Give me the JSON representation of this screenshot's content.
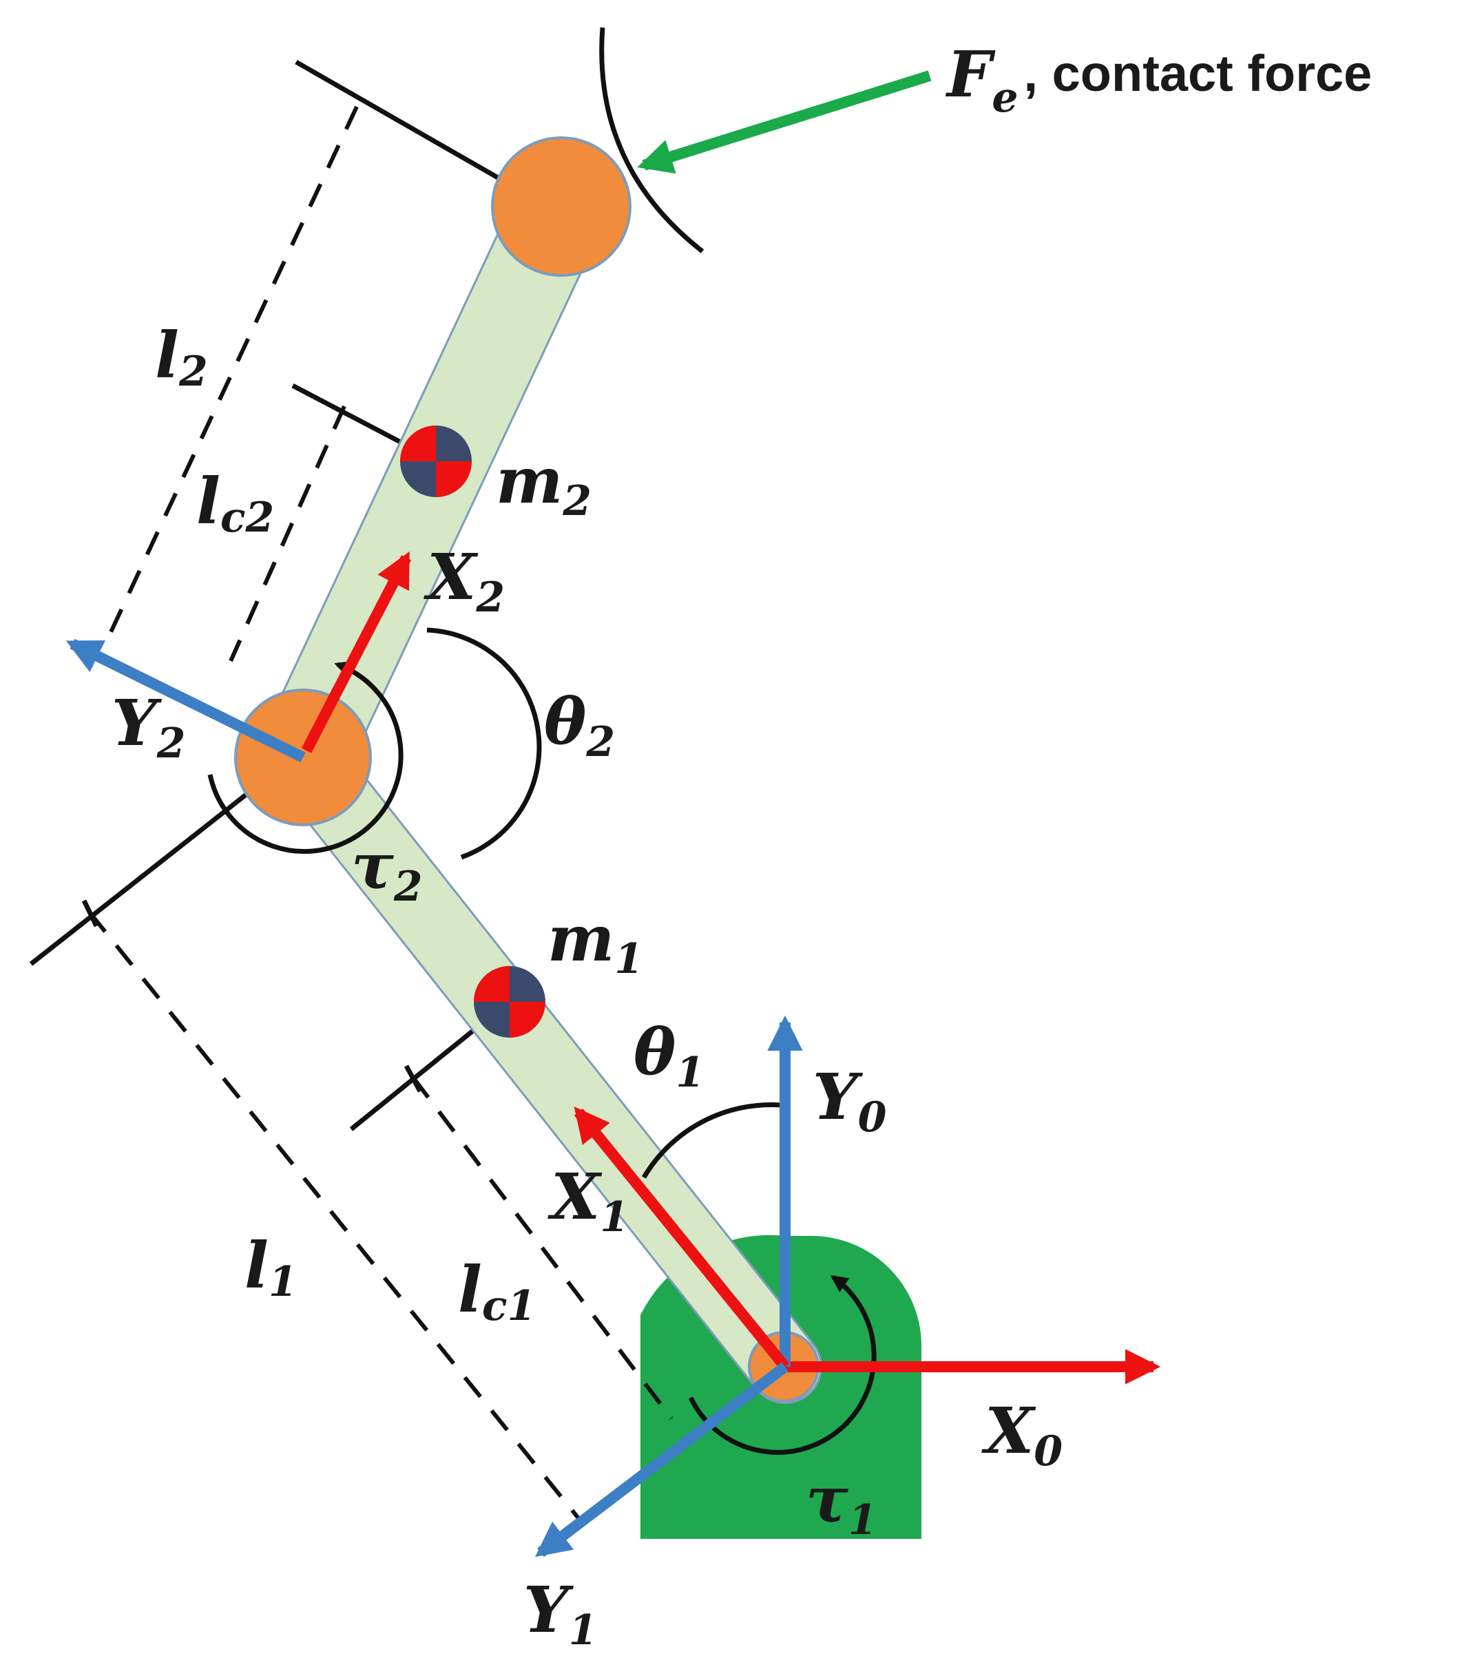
{
  "colors": {
    "link_fill": "#d6e8c6",
    "link_stroke": "#7c9cbc",
    "joint": "#f08c3c",
    "base": "#1fa84f",
    "frame_x": "#ee1111",
    "frame_y": "#3d7fc4",
    "force": "#1aaa4a",
    "com_dark": "#3b4a6b",
    "com_red": "#ee1111"
  },
  "labels": {
    "contact_force_symbol": "F",
    "contact_force_sub": "e",
    "contact_force_text": ", contact force",
    "l2": "l",
    "l2_sub": "2",
    "lc2": "l",
    "lc2_sub": "c2",
    "m2": "m",
    "m2_sub": "2",
    "x2": "X",
    "x2_sub": "2",
    "y2": "Y",
    "y2_sub": "2",
    "theta2": "θ",
    "theta2_sub": "2",
    "tau2": "τ",
    "tau2_sub": "2",
    "m1": "m",
    "m1_sub": "1",
    "theta1": "θ",
    "theta1_sub": "1",
    "y0": "Y",
    "y0_sub": "0",
    "x1": "X",
    "x1_sub": "1",
    "l1": "l",
    "l1_sub": "1",
    "lc1": "l",
    "lc1_sub": "c1",
    "x0": "X",
    "x0_sub": "0",
    "tau1": "τ",
    "tau1_sub": "1",
    "y1": "Y",
    "y1_sub": "1"
  }
}
